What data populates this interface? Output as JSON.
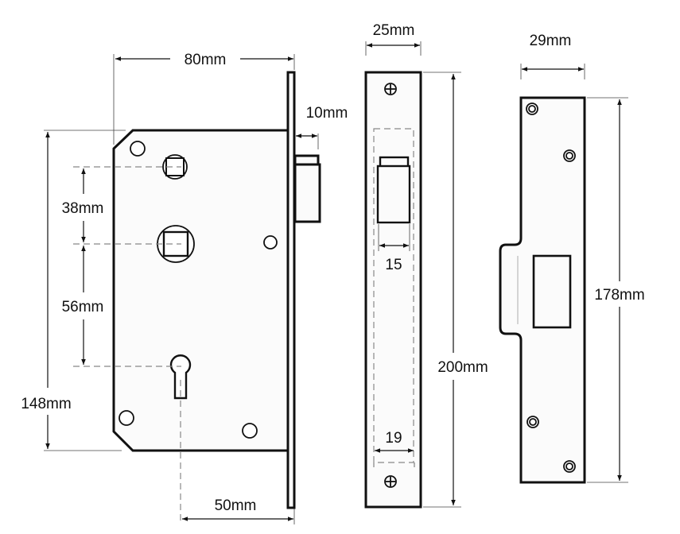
{
  "mortice_lock": {
    "width_label": "80mm",
    "backset_label": "50mm",
    "height_label": "148mm",
    "bolt_throw_label": "10mm",
    "spindle_to_spindle_label": "38mm",
    "spindle_to_keyhole_label": "56mm"
  },
  "forend": {
    "width_label": "25mm",
    "height_label": "200mm",
    "bolt_width_label": "15",
    "case_width_label": "19"
  },
  "strike_plate": {
    "width_label": "29mm",
    "height_label": "178mm"
  }
}
